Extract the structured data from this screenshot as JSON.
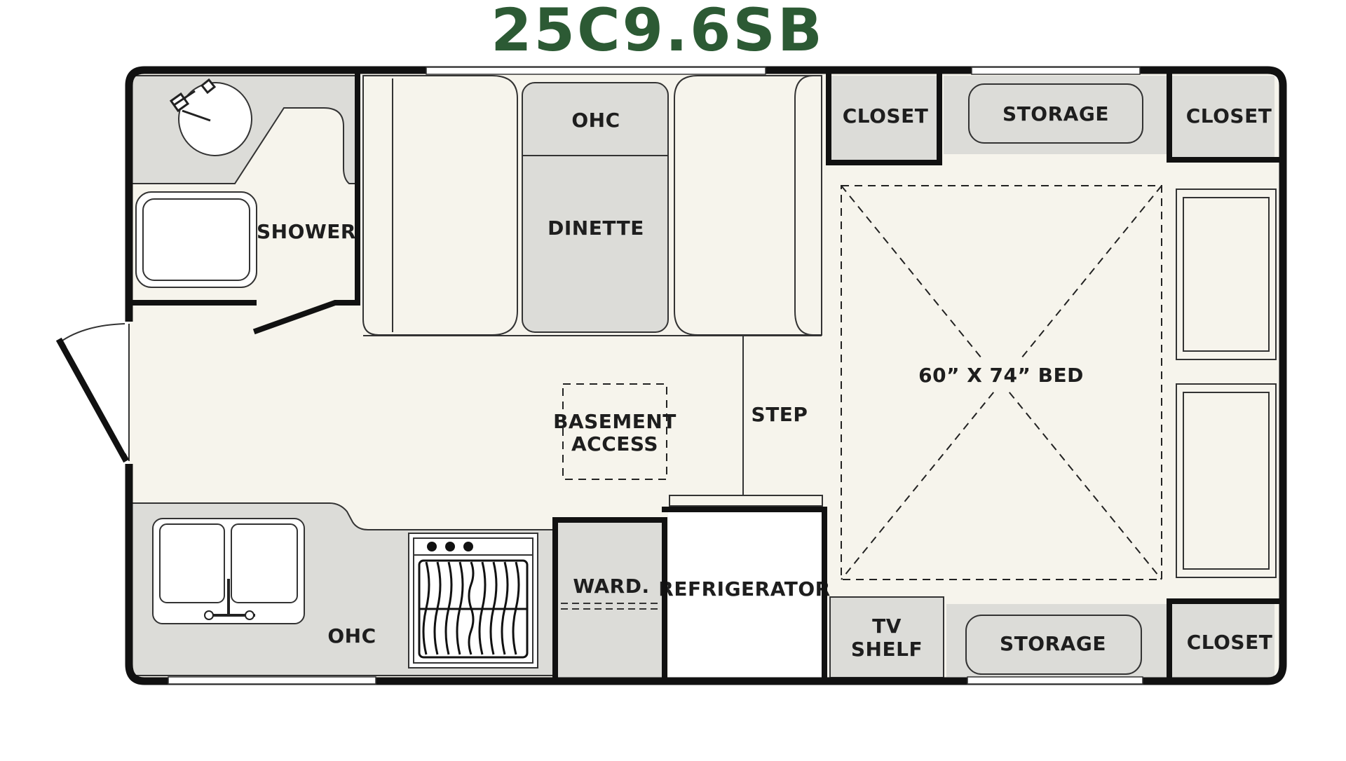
{
  "title": "25C9.6SB",
  "colors": {
    "title": "#2c5a34",
    "floor": "#f6f4ec",
    "fixture": "#dcdcd8",
    "wall": "#111111"
  },
  "rooms": {
    "shower": "SHOWER",
    "ohc_dinette": "OHC",
    "dinette": "DINETTE",
    "closet_top_left": "CLOSET",
    "storage_top": "STORAGE",
    "closet_top_right": "CLOSET",
    "bed": "60” X 74” BED",
    "basement_line1": "BASEMENT",
    "basement_line2": "ACCESS",
    "step": "STEP",
    "wardrobe": "WARD.",
    "refrigerator": "REFRIGERATOR",
    "tv_line1": "TV",
    "tv_line2": "SHELF",
    "storage_bottom": "STORAGE",
    "closet_bottom_right": "CLOSET",
    "ohc_kitchen": "OHC"
  }
}
